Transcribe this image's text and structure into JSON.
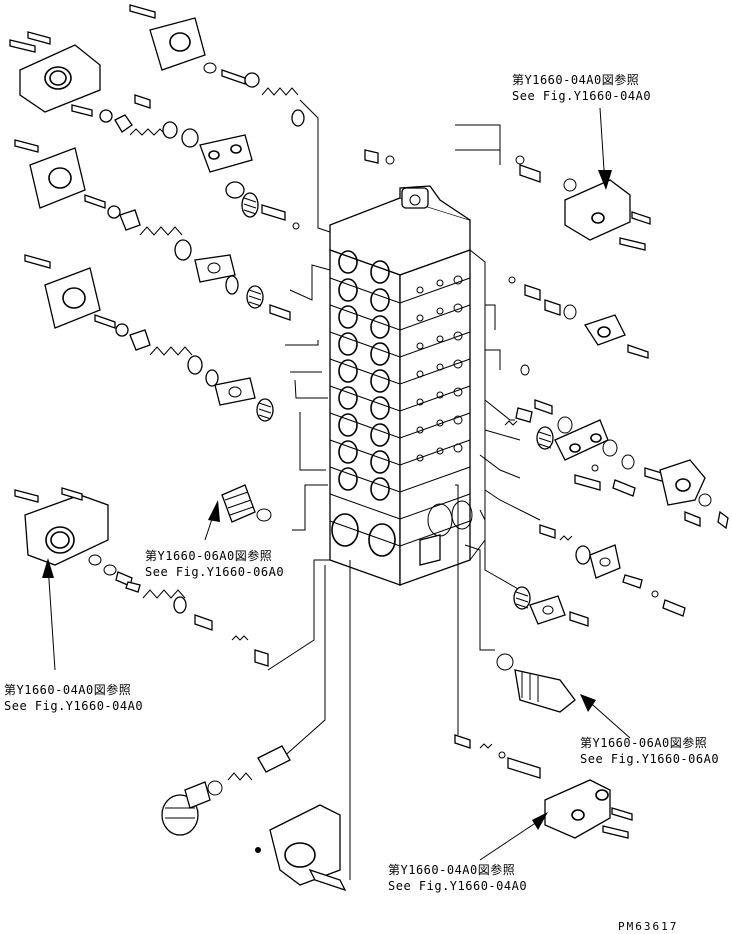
{
  "callouts": {
    "top_right": {
      "jp": "第Y1660-04A0図参照",
      "en": "See Fig.Y1660-04A0"
    },
    "center_left": {
      "jp": "第Y1660-06A0図参照",
      "en": "See Fig.Y1660-06A0"
    },
    "left": {
      "jp": "第Y1660-04A0図参照",
      "en": "See Fig.Y1660-04A0"
    },
    "right_mid": {
      "jp": "第Y1660-06A0図参照",
      "en": "See Fig.Y1660-06A0"
    },
    "bottom": {
      "jp": "第Y1660-04A0図参照",
      "en": "See Fig.Y1660-04A0"
    }
  },
  "document_id": "PM63617"
}
